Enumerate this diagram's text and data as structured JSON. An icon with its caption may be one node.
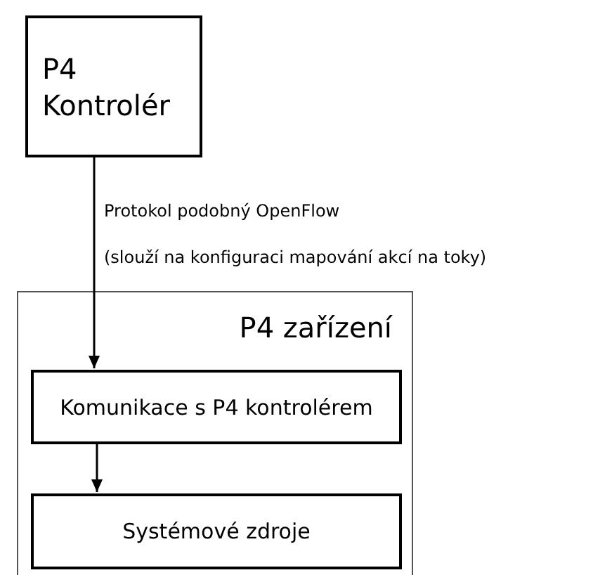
{
  "diagram": {
    "nodes": [
      {
        "text": [
          "P4 Kontrolér"
        ]
      },
      {
        "text": [
          "P4 zařízení"
        ]
      },
      {
        "text": [
          "Komunikace s P4 kontrolérem"
        ],
        "in": 1
      },
      {
        "text": [
          "Systémové zdroje"
        ],
        "in": 1
      }
    ],
    "edges": [
      {
        "from": 0,
        "to": 2,
        "arrow": "to",
        "label": "Protokol podobný OpenFlow"
      },
      {
        "from": 2,
        "to": 3,
        "arrow": "to"
      }
    ],
    "labels": [
      "(slouží na konfiguraci mapování akcí na toky)"
    ]
  }
}
